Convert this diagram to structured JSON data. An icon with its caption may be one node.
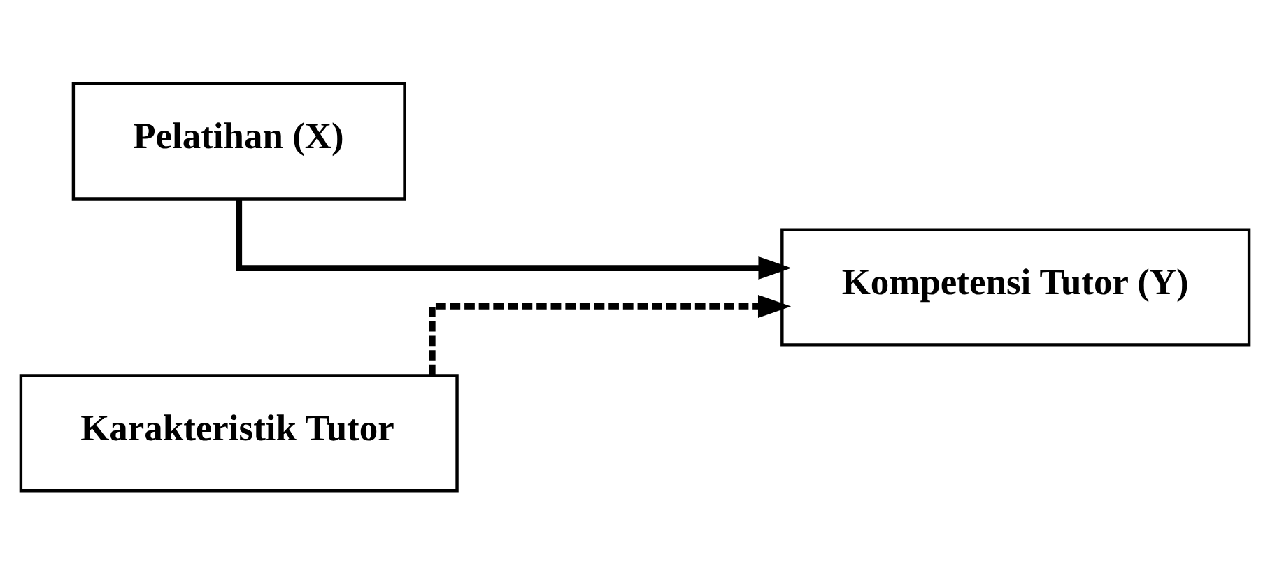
{
  "diagram": {
    "nodes": [
      {
        "text": [
          "Pelatihan (X)"
        ]
      },
      {
        "text": [
          "Kompetensi Tutor (Y)"
        ]
      },
      {
        "text": [
          "Karakteristik Tutor"
        ]
      }
    ],
    "edges": [
      {
        "from": 0,
        "to": 1,
        "arrow": "to"
      },
      {
        "from": 2,
        "to": 1,
        "arrow": "to",
        "style": "dashed"
      }
    ]
  }
}
